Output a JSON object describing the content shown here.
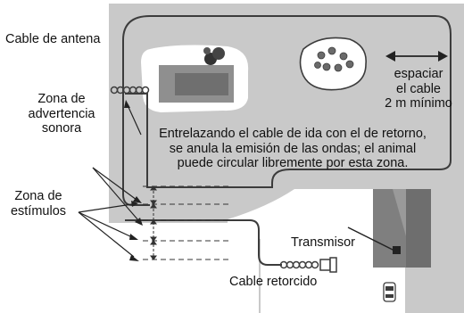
{
  "labels": {
    "cable_antena": "Cable de antena",
    "zona_advertencia": [
      "Zona de",
      "advertencia",
      "sonora"
    ],
    "zona_estimulos": [
      "Zona de",
      "estímulos"
    ],
    "espaciar": [
      "espaciar",
      "el cable",
      "2 m mínimo"
    ],
    "entrelazando": [
      "Entrelazando el cable de ida con el de retorno,",
      "se anula la emisión de las ondas; el animal",
      "puede circular libremente por esta zona."
    ],
    "transmisor": "Transmisor",
    "cable_retorcido": "Cable retorcido"
  },
  "colors": {
    "yard": "#c9c9c9",
    "house_dark": "#6e6e6e",
    "house_mid": "#a0a0a0",
    "pool_frame": "#8f8f8f",
    "pool_inner": "#6f6f6f",
    "wire": "#3c3c3c"
  },
  "icons": [
    "double-arrow-icon",
    "flower-bed-icon",
    "pool-icon",
    "house-icon",
    "car-icon",
    "transmitter-icon"
  ]
}
